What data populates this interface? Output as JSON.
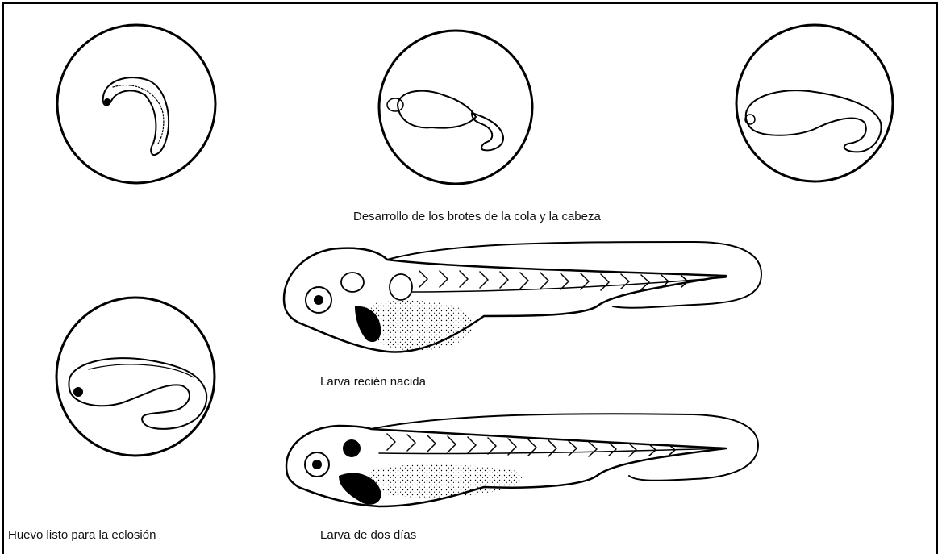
{
  "captions": {
    "head_tail_buds": "Desarrollo de los brotes de la cola y la cabeza",
    "newly_hatched": "Larva recién nacida",
    "egg_ready": "Huevo listo para la eclosión",
    "two_day": "Larva de dos días"
  },
  "colors": {
    "ink": "#000000",
    "paper": "#ffffff"
  }
}
